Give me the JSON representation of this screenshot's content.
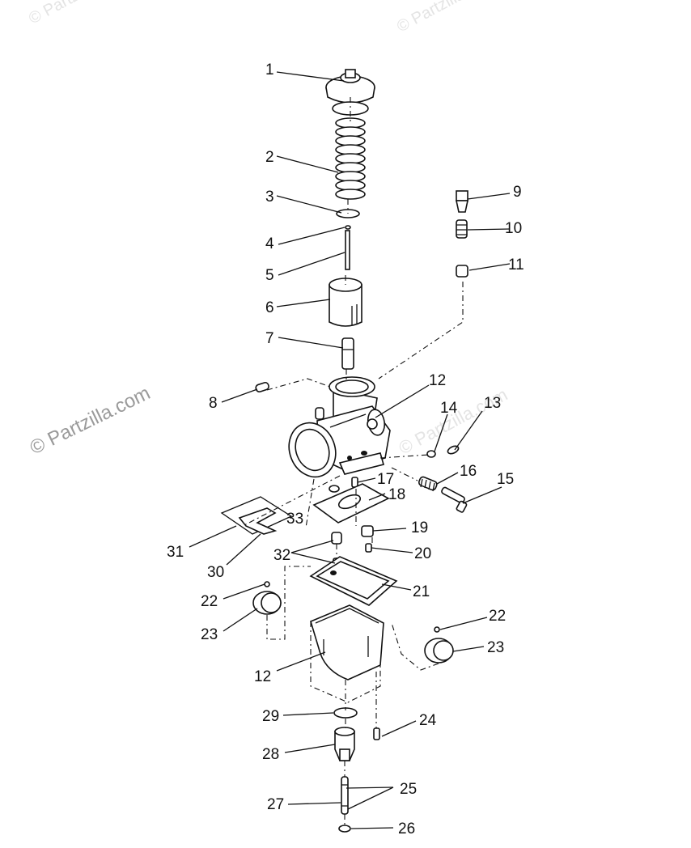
{
  "watermark": {
    "main": "© Partzilla.com",
    "faint_top_left": "© Partzilla.com",
    "faint_top_center": "© Partzilla.com",
    "faint_center": "© Partzilla.com"
  },
  "callouts": [
    "1",
    "2",
    "3",
    "4",
    "5",
    "6",
    "7",
    "8",
    "9",
    "10",
    "11",
    "12",
    "13",
    "14",
    "15",
    "16",
    "17",
    "18",
    "19",
    "20",
    "21",
    "22",
    "23",
    "12",
    "24",
    "25",
    "26",
    "27",
    "28",
    "29",
    "22",
    "23",
    "30",
    "31",
    "32",
    "33"
  ]
}
